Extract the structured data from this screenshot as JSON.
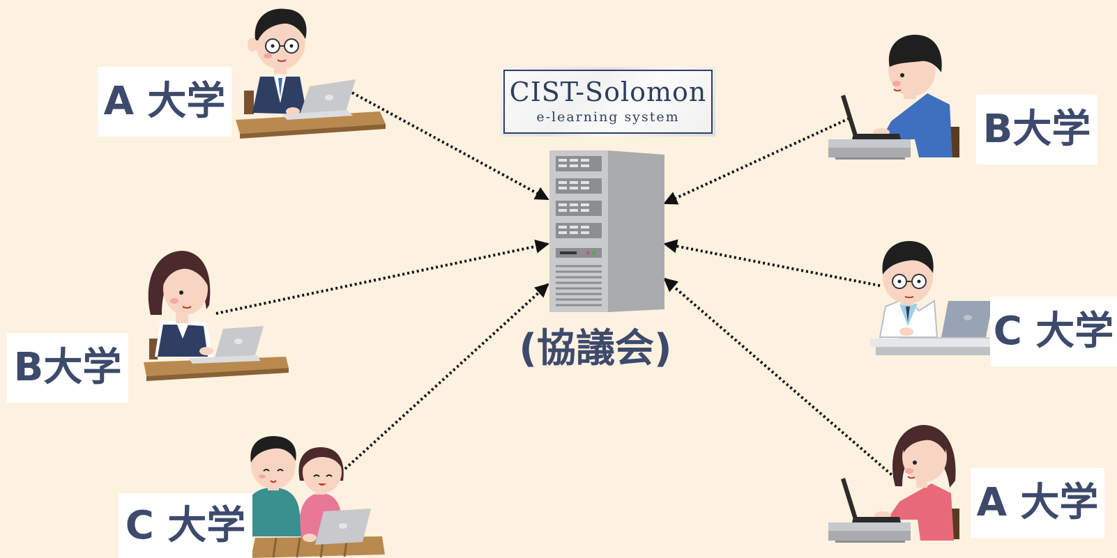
{
  "logo": {
    "title": "CIST-Solomon",
    "subtitle": "e-learning system"
  },
  "server": {
    "label": "(協議会)"
  },
  "left_nodes": [
    {
      "label": "A 大学",
      "person": "man-with-glasses-suit-laptop-icon"
    },
    {
      "label": "B大学",
      "person": "woman-vest-laptop-icon"
    },
    {
      "label": "C 大学",
      "person": "two-children-laptop-icon"
    }
  ],
  "right_nodes": [
    {
      "label": "B大学",
      "person": "boy-blue-shirt-laptop-icon"
    },
    {
      "label": "C 大学",
      "person": "scientist-labcoat-laptop-icon"
    },
    {
      "label": "A 大学",
      "person": "woman-pink-shirt-laptop-icon"
    }
  ],
  "colors": {
    "background": "#fdf1e0",
    "label_text": "#3d4a6b",
    "connector": "#111111"
  }
}
